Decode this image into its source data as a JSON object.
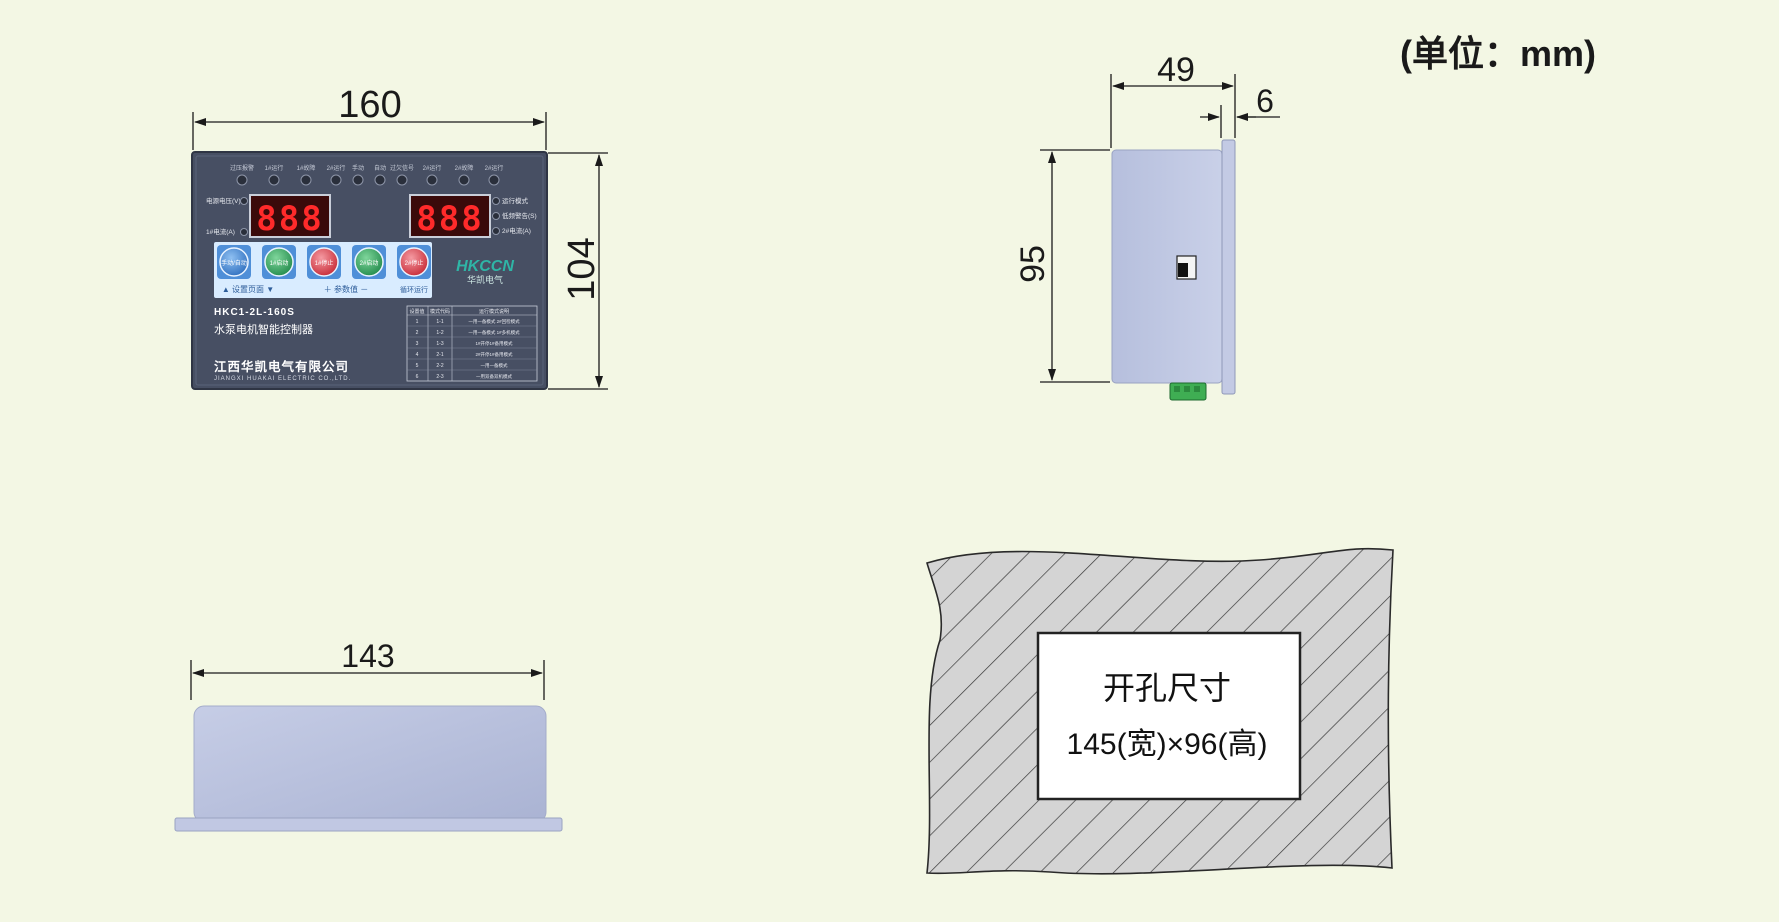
{
  "unit_label": "(单位：mm)",
  "front": {
    "width_label": "160",
    "height_label": "104",
    "panel": {
      "leds_top": [
        "过压报警",
        "1#运行",
        "1#故障",
        "2#运行",
        "手动",
        "自动",
        "过欠信号",
        "2#运行",
        "2#故障",
        "2#运行"
      ],
      "display_left": "888",
      "display_right": "888",
      "left_side_labels": [
        "电源电压(V)",
        "1#电流(A)"
      ],
      "right_side_labels": [
        "运行模式",
        "低频警告(S)",
        "2#电流(A)"
      ],
      "buttons": [
        {
          "label": "手动/自动",
          "color": "#3f7ec9"
        },
        {
          "label": "1#启动",
          "color": "#2f9a5a"
        },
        {
          "label": "1#停止",
          "color": "#d33b45"
        },
        {
          "label": "2#启动",
          "color": "#2f9a5a"
        },
        {
          "label": "2#停止",
          "color": "#d33b45"
        }
      ],
      "button_caption_left": "▲ 设置页面 ▼",
      "button_caption_mid": "＋ 参数值 －",
      "button_caption_right": "循环运行",
      "brand_logo": "HKCCN",
      "brand_sub": "华凯电气",
      "model": "HKC1-2L-160S",
      "product_name": "水泵电机智能控制器",
      "company_cn": "江西华凯电气有限公司",
      "company_en": "JIANGXI HUAKAI ELECTRIC CO.,LTD.",
      "table_headers": [
        "设置值",
        "模式代码",
        "运行模式说明"
      ],
      "table_rows": [
        [
          "1",
          "1-1",
          "一用一备模式 2#回检模式"
        ],
        [
          "2",
          "1-2",
          "一用一备模式 1#多机模式"
        ],
        [
          "3",
          "1-3",
          "1#开停1#备用模式"
        ],
        [
          "4",
          "2-1",
          "2#开停1#备用模式"
        ],
        [
          "5",
          "2-2",
          "一用一备模式"
        ],
        [
          "6",
          "2-3",
          "一用双备双机模式"
        ]
      ]
    }
  },
  "side": {
    "depth_label": "49",
    "flange_label": "6",
    "height_label": "95"
  },
  "bottom": {
    "width_label": "143"
  },
  "cutout": {
    "title": "开孔尺寸",
    "size_text": "145(宽)×96(高)"
  },
  "colors": {
    "background": "#f3f7e4",
    "panel_face": "#4a5468",
    "housing": "#b7c0dd",
    "led_red": "#ff2a2a",
    "hatch_bg": "#d4d4d4"
  }
}
